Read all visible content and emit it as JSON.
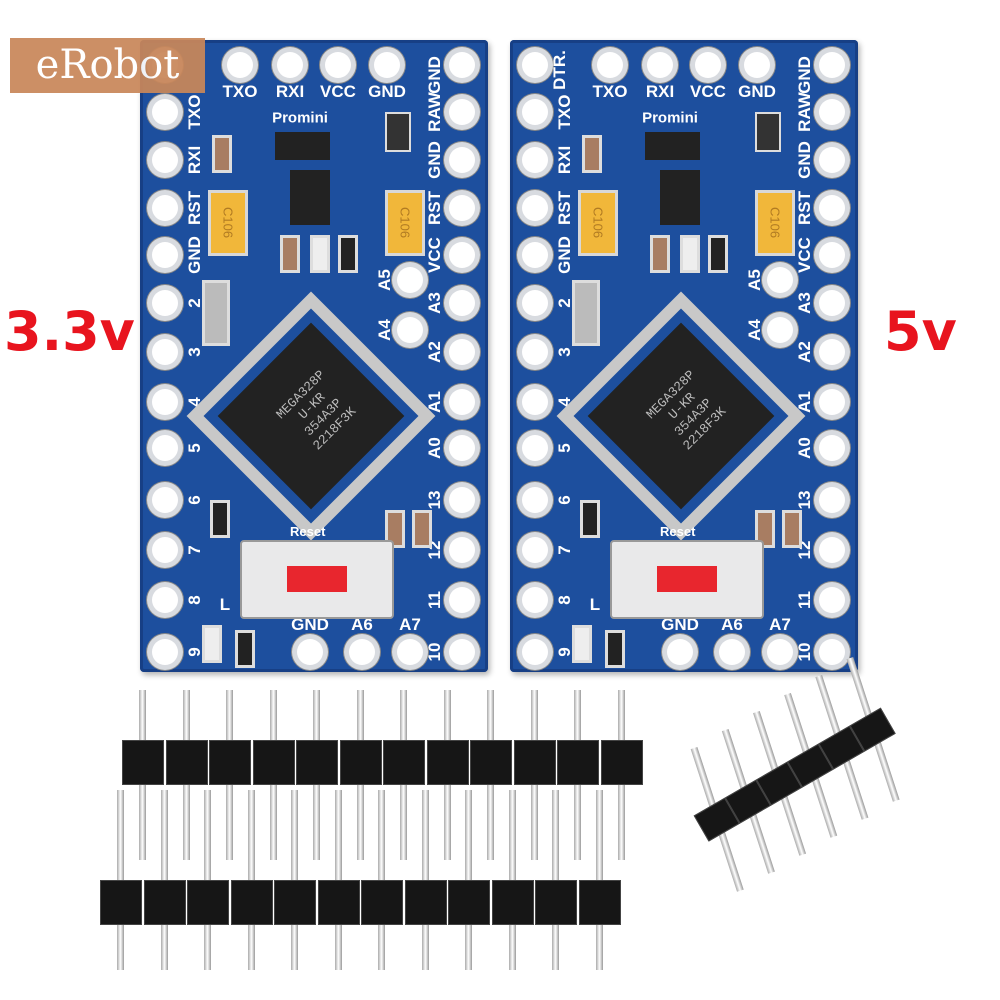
{
  "logo": {
    "text": "eRobot",
    "color": "#c9875a"
  },
  "voltages": {
    "left": "3.3v",
    "right": "5v",
    "color": "#e8141e"
  },
  "boards": [
    {
      "top_labels": [
        "TXO",
        "RXI",
        "VCC",
        "GND"
      ],
      "left_labels": [
        "TXO",
        "RXI",
        "RST",
        "GND",
        "2",
        "3",
        "4",
        "5",
        "6",
        "7",
        "8",
        "9"
      ],
      "right_labels": [
        "GND",
        "RAW",
        "GND",
        "RST",
        "VCC",
        "A3",
        "A2",
        "A1",
        "A0",
        "13",
        "12",
        "11",
        "10"
      ],
      "inner_labels": [
        "A5",
        "A4"
      ],
      "bottom_labels": [
        "GND",
        "A6",
        "A7"
      ],
      "silk": "Promini",
      "chip_text": [
        "MEGA328P",
        "U-KR",
        "354A3P",
        "2218F3K"
      ],
      "cap_text": "C106",
      "reset_label": "Reset",
      "led_label": "L",
      "color": "#1d4f9e"
    },
    {
      "top_labels": [
        "TXO",
        "RXI",
        "VCC",
        "GND"
      ],
      "corner_label": "DTR.",
      "left_labels": [
        "TXO",
        "RXI",
        "RST",
        "GND",
        "2",
        "3",
        "4",
        "5",
        "6",
        "7",
        "8",
        "9"
      ],
      "right_labels": [
        "GND",
        "RAW",
        "GND",
        "RST",
        "VCC",
        "A3",
        "A2",
        "A1",
        "A0",
        "13",
        "12",
        "11",
        "10"
      ],
      "inner_labels": [
        "A5",
        "A4"
      ],
      "bottom_labels": [
        "GND",
        "A6",
        "A7"
      ],
      "silk": "Promini",
      "chip_text": [
        "MEGA328P",
        "U-KR",
        "354A3P",
        "2218F3K"
      ],
      "cap_text": "C106",
      "reset_label": "Reset",
      "led_label": "L",
      "color": "#1d4f9e"
    }
  ],
  "headers": {
    "straight_strips": 2,
    "pins_per_strip": 12,
    "angled_pins": 6
  }
}
